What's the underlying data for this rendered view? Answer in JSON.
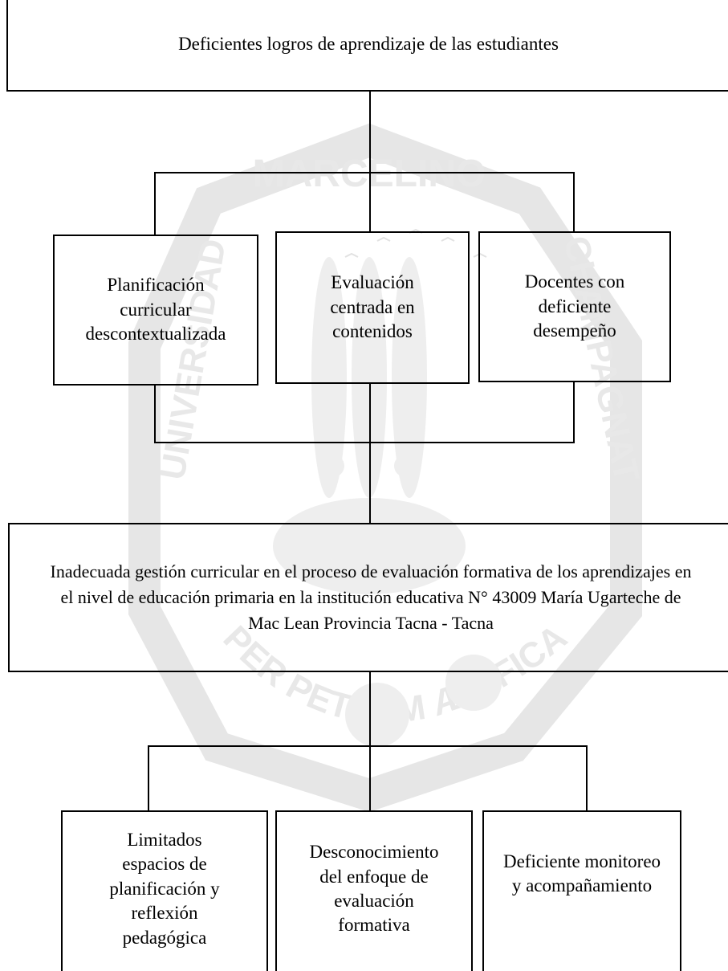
{
  "top_box": {
    "text": "Deficientes logros de aprendizaje de las estudiantes"
  },
  "effects": [
    {
      "text": "Planificación curricular descontextualizada"
    },
    {
      "text": "Evaluación centrada en contenidos"
    },
    {
      "text": "Docentes con deficiente desempeño"
    }
  ],
  "central_problem": {
    "text": "Inadecuada gestión curricular en el proceso de evaluación formativa de los aprendizajes en el nivel de educación primaria en la institución educativa N° 43009 María Ugarteche de Mac Lean  Provincia Tacna - Tacna"
  },
  "causes": [
    {
      "text": "Limitados espacios de planificación y reflexión pedagógica"
    },
    {
      "text": "Desconocimiento del enfoque de evaluación formativa"
    },
    {
      "text": "Deficiente monitoreo y acompañamiento"
    }
  ],
  "watermark": {
    "text_top": "MARCELINO",
    "text_left": "UNIVERSIDAD",
    "text_right": "CHAMPAGNAT",
    "text_bottom": "SUPER PETRAM ÆDIFICABO",
    "color": "#e3e3e3"
  }
}
